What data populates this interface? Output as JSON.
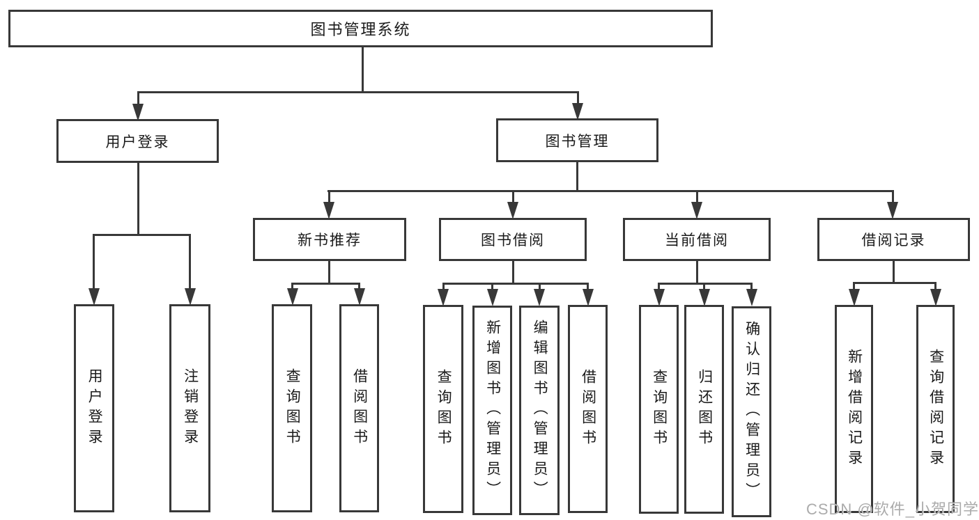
{
  "diagram": {
    "title": "图书管理系统",
    "branches": {
      "user_login": {
        "label": "用户登录",
        "children": [
          "用户登录",
          "注销登录"
        ]
      },
      "book_management": {
        "label": "图书管理",
        "sections": {
          "new_book_recommend": {
            "label": "新书推荐",
            "children": [
              "查询图书",
              "借阅图书"
            ]
          },
          "book_borrow": {
            "label": "图书借阅",
            "children": [
              "查询图书",
              "新增图书（管理员）",
              "编辑图书（管理员）",
              "借阅图书"
            ]
          },
          "current_borrow": {
            "label": "当前借阅",
            "children": [
              "查询图书",
              "归还图书",
              "确认归还（管理员）"
            ]
          },
          "borrow_records": {
            "label": "借阅记录",
            "children": [
              "新增借阅记录",
              "查询借阅记录"
            ]
          }
        }
      }
    },
    "colors": {
      "line": "#383838",
      "text": "#1a1a1a",
      "background": "#ffffff",
      "watermark": "#ababab"
    }
  },
  "watermark": {
    "text": "CSDN @软件_小贺同学"
  }
}
